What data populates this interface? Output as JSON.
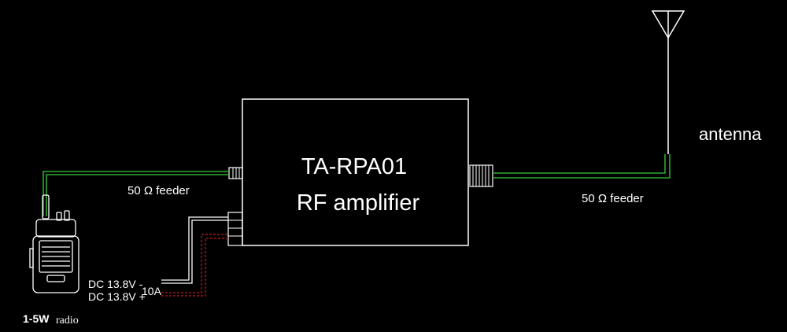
{
  "amplifier": {
    "model": "TA-RPA01",
    "name": "RF amplifier"
  },
  "antenna": {
    "label": "antenna"
  },
  "feeders": {
    "input_label": "50 Ω feeder",
    "output_label": "50 Ω feeder"
  },
  "power": {
    "negative_label": "DC 13.8V -",
    "positive_label": "DC 13.8V +",
    "current_label": "10A"
  },
  "radio": {
    "power_label": "1-5W",
    "device_label": "radio"
  },
  "colors": {
    "background": "#000000",
    "line": "#ffffff",
    "coax": "#2fa82f",
    "dc_positive": "#a01616"
  }
}
